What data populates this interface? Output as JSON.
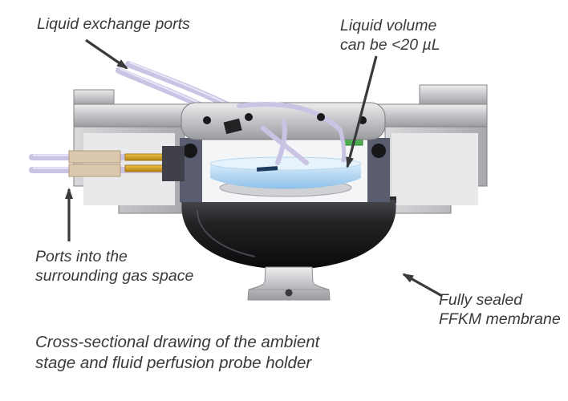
{
  "annotations": {
    "liquid_exchange_ports": {
      "text": "Liquid exchange ports"
    },
    "liquid_volume": {
      "line1": "Liquid volume",
      "line2": "can be <20 µL"
    },
    "gas_ports": {
      "line1": "Ports into the",
      "line2": "surrounding gas space"
    },
    "membrane": {
      "line1": "Fully sealed",
      "line2": "FFKM membrane"
    }
  },
  "caption": {
    "line1": "Cross-sectional drawing of the ambient",
    "line2": "stage and fluid perfusion probe holder"
  },
  "figure": {
    "colors": {
      "metal_light": "#e6e7e9",
      "metal_mid": "#c2c3c6",
      "metal_dark": "#94959a",
      "membrane_black": "#141416",
      "liquid_blue": "#8fc0e8",
      "liquid_light": "#e2f0fb",
      "tube_lavender": "#c9c4e3",
      "fitting_tan": "#dbc8ae",
      "pin_gold": "#d9a71f",
      "seal_green": "#4fae4e",
      "chamber_wall": "#5a5c70",
      "arrow": "#3a3a3c",
      "text": "#3a3a3c"
    }
  }
}
